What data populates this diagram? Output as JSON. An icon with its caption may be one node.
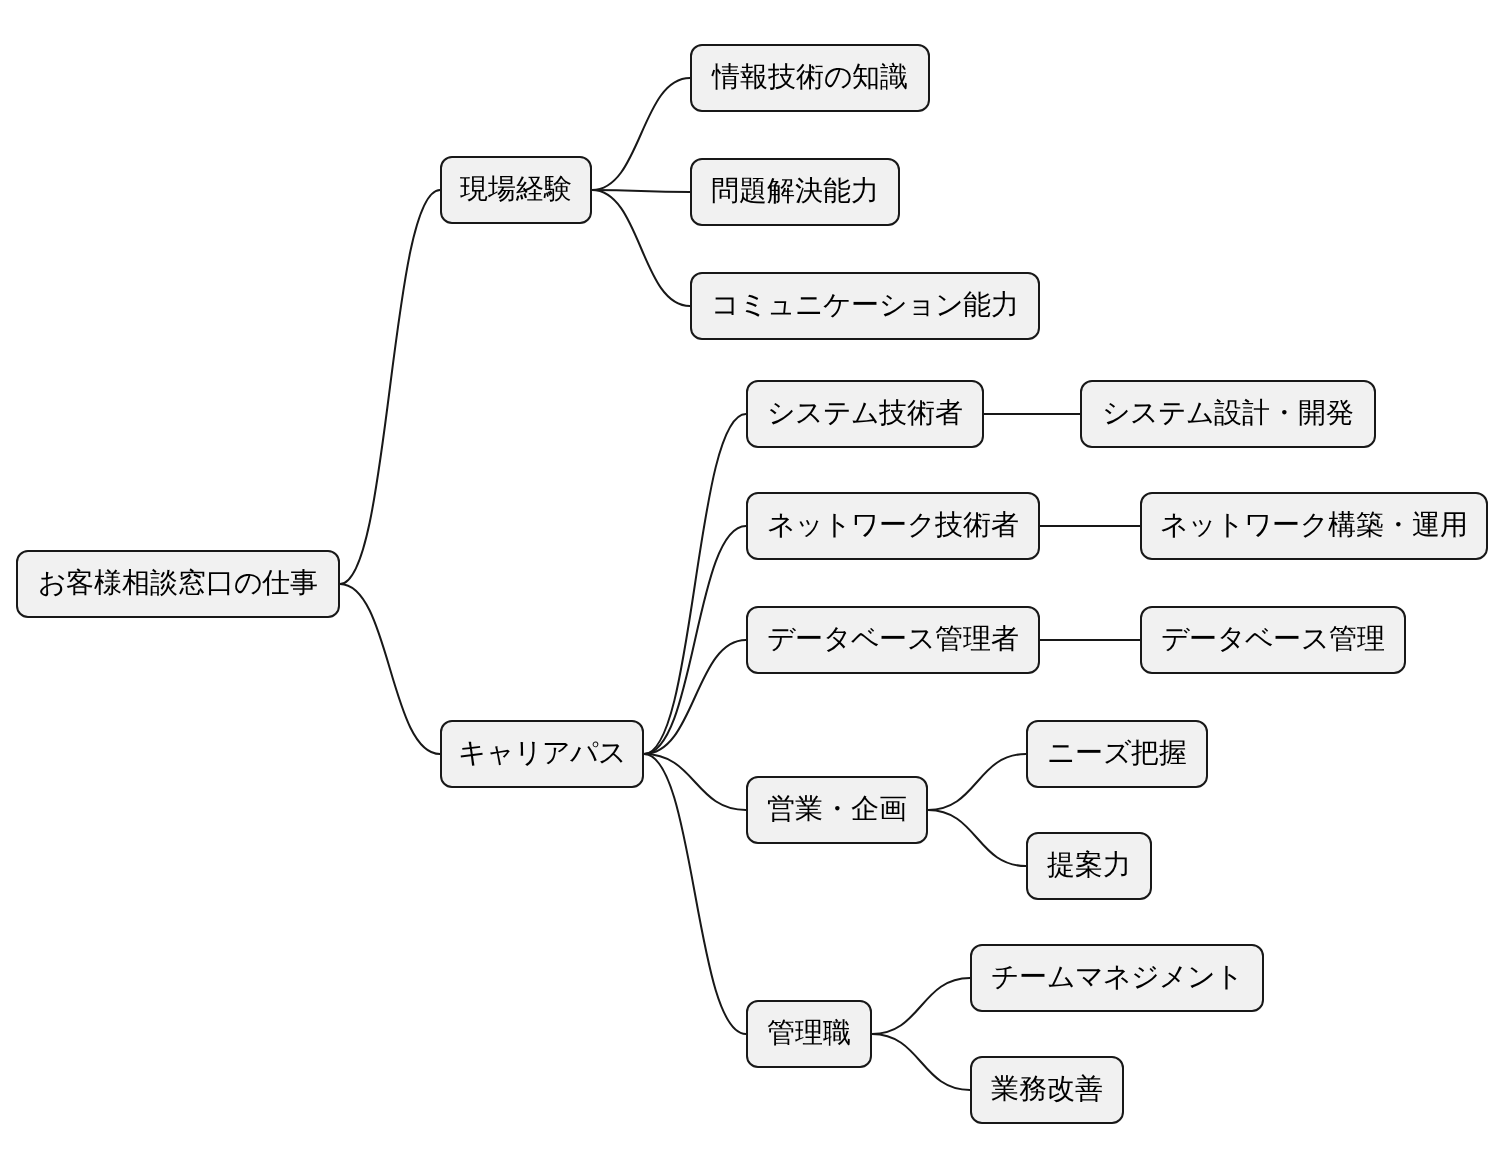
{
  "diagram": {
    "nodes": [
      {
        "text": [
          "お客様相談窓口の仕事"
        ]
      },
      {
        "text": [
          "現場経験"
        ]
      },
      {
        "text": [
          "情報技術の知識"
        ]
      },
      {
        "text": [
          "問題解決能力"
        ]
      },
      {
        "text": [
          "コミュニケーション能力"
        ]
      },
      {
        "text": [
          "キャリアパス"
        ]
      },
      {
        "text": [
          "システム技術者"
        ]
      },
      {
        "text": [
          "システム設計・開発"
        ]
      },
      {
        "text": [
          "ネットワーク技術者"
        ]
      },
      {
        "text": [
          "ネットワーク構築・運用"
        ]
      },
      {
        "text": [
          "データベース管理者"
        ]
      },
      {
        "text": [
          "データベース管理"
        ]
      },
      {
        "text": [
          "営業・企画"
        ]
      },
      {
        "text": [
          "ニーズ把握"
        ]
      },
      {
        "text": [
          "提案力"
        ]
      },
      {
        "text": [
          "管理職"
        ]
      },
      {
        "text": [
          "チームマネジメント"
        ]
      },
      {
        "text": [
          "業務改善"
        ]
      }
    ],
    "edges": [
      {
        "from": 0,
        "to": 1,
        "arrow": "none"
      },
      {
        "from": 1,
        "to": 2,
        "arrow": "none"
      },
      {
        "from": 1,
        "to": 3,
        "arrow": "none"
      },
      {
        "from": 1,
        "to": 4,
        "arrow": "none"
      },
      {
        "from": 0,
        "to": 5,
        "arrow": "none"
      },
      {
        "from": 5,
        "to": 6,
        "arrow": "none"
      },
      {
        "from": 6,
        "to": 7,
        "arrow": "none"
      },
      {
        "from": 5,
        "to": 8,
        "arrow": "none"
      },
      {
        "from": 8,
        "to": 9,
        "arrow": "none"
      },
      {
        "from": 5,
        "to": 10,
        "arrow": "none"
      },
      {
        "from": 10,
        "to": 11,
        "arrow": "none"
      },
      {
        "from": 5,
        "to": 12,
        "arrow": "none"
      },
      {
        "from": 12,
        "to": 13,
        "arrow": "none"
      },
      {
        "from": 12,
        "to": 14,
        "arrow": "none"
      },
      {
        "from": 5,
        "to": 15,
        "arrow": "none"
      },
      {
        "from": 15,
        "to": 16,
        "arrow": "none"
      },
      {
        "from": 15,
        "to": 17,
        "arrow": "none"
      }
    ]
  }
}
